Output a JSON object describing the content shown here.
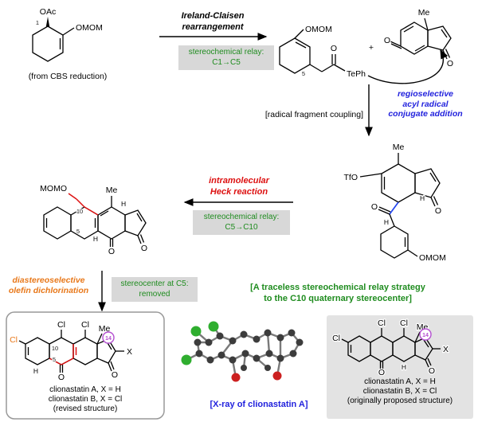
{
  "colors": {
    "green": "#1f8c1f",
    "blue": "#2222dd",
    "red": "#dd1111",
    "orange": "#e8781a",
    "purple": "#b44fd0",
    "relay_box_bg": "#d8d8d8",
    "panel_bg": "#e3e3e3"
  },
  "atoms": {
    "oac": "OAc",
    "omom": "OMOM",
    "momo": "MOMO",
    "me": "Me",
    "o": "O",
    "h": "H",
    "teph": "TePh",
    "tfo": "TfO",
    "cl": "Cl",
    "x": "X",
    "plus": "+"
  },
  "locants": {
    "c1": "1",
    "c5": "5",
    "c10": "10",
    "c14": "14"
  },
  "start_material": {
    "caption": "(from CBS reduction)"
  },
  "step1": {
    "name": [
      "Ireland-Claisen",
      "rearrangement"
    ],
    "relay": [
      "stereochemical relay:",
      "C1→C5"
    ]
  },
  "step2": {
    "coupling": "[radical fragment coupling]",
    "name": [
      "regioselective",
      "acyl radical",
      "conjugate addition"
    ]
  },
  "step3": {
    "name": [
      "intramolecular",
      "Heck reaction"
    ],
    "relay": [
      "stereochemical relay:",
      "C5→C10"
    ]
  },
  "step4": {
    "name": [
      "diastereoselective",
      "olefin dichlorination"
    ],
    "note": [
      "stereocenter at C5:",
      "removed"
    ]
  },
  "strategy": [
    "[A traceless stereochemical relay strategy",
    "to the C10 quaternary stereocenter]"
  ],
  "revised": {
    "captions": [
      "clionastatin A, X = H",
      "clionastatin B, X = Cl",
      "(revised structure)"
    ]
  },
  "xray": {
    "caption": "[X-ray of clionastatin A]"
  },
  "original": {
    "captions": [
      "clionastatin A, X = H",
      "clionastatin B, X = Cl",
      "(originally proposed structure)"
    ]
  }
}
